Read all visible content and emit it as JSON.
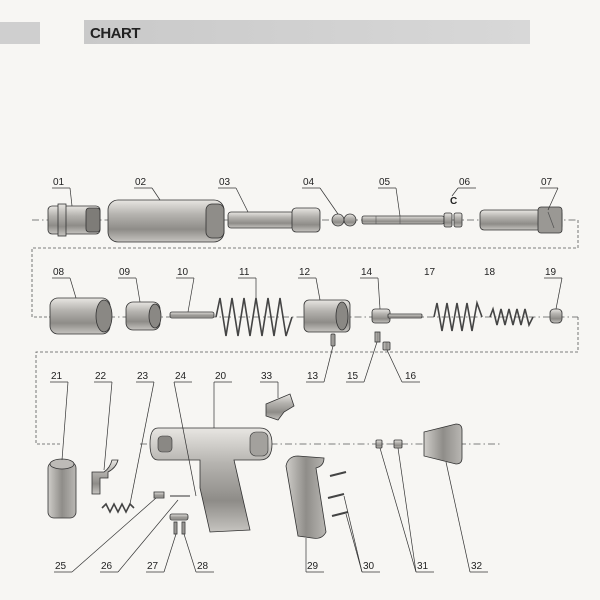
{
  "header": {
    "title": "CHART"
  },
  "parts": [
    {
      "id": "01",
      "label": "01"
    },
    {
      "id": "02",
      "label": "02"
    },
    {
      "id": "03",
      "label": "03"
    },
    {
      "id": "04",
      "label": "04"
    },
    {
      "id": "05",
      "label": "05"
    },
    {
      "id": "06",
      "label": "06"
    },
    {
      "id": "07",
      "label": "07"
    },
    {
      "id": "08",
      "label": "08"
    },
    {
      "id": "09",
      "label": "09"
    },
    {
      "id": "10",
      "label": "10"
    },
    {
      "id": "11",
      "label": "11"
    },
    {
      "id": "12",
      "label": "12"
    },
    {
      "id": "13",
      "label": "13"
    },
    {
      "id": "14",
      "label": "14"
    },
    {
      "id": "15",
      "label": "15"
    },
    {
      "id": "16",
      "label": "16"
    },
    {
      "id": "17",
      "label": "17"
    },
    {
      "id": "18",
      "label": "18"
    },
    {
      "id": "19",
      "label": "19"
    },
    {
      "id": "20",
      "label": "20"
    },
    {
      "id": "21",
      "label": "21"
    },
    {
      "id": "22",
      "label": "22"
    },
    {
      "id": "23",
      "label": "23"
    },
    {
      "id": "24",
      "label": "24"
    },
    {
      "id": "25",
      "label": "25"
    },
    {
      "id": "26",
      "label": "26"
    },
    {
      "id": "27",
      "label": "27"
    },
    {
      "id": "28",
      "label": "28"
    },
    {
      "id": "29",
      "label": "29"
    },
    {
      "id": "30",
      "label": "30"
    },
    {
      "id": "31",
      "label": "31"
    },
    {
      "id": "32",
      "label": "32"
    },
    {
      "id": "33",
      "label": "33"
    }
  ],
  "annotations": {
    "part06_marker": "C"
  }
}
